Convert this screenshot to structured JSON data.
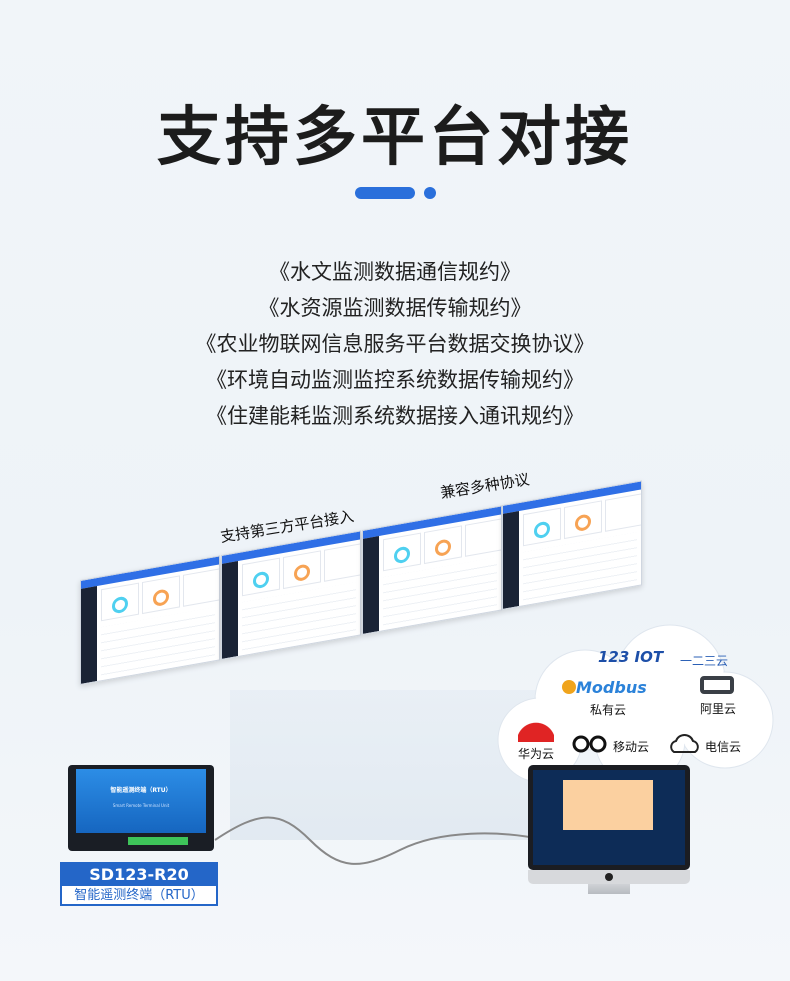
{
  "title": "支持多平台对接",
  "protocols": [
    "《水文监测数据通信规约》",
    "《水资源监测数据传输规约》",
    "《农业物联网信息服务平台数据交换协议》",
    "《环境自动监测监控系统数据传输规约》",
    "《住建能耗监测系统数据接入通讯规约》"
  ],
  "tags": {
    "third_party": "支持第三方平台接入",
    "multi_protocol": "兼容多种协议"
  },
  "clouds": {
    "iot123": "一二三云",
    "iot123_logo": "123 IOT",
    "modbus_logo": "Modbus",
    "modbus": "私有云",
    "aliyun": "阿里云",
    "huawei": "华为云",
    "mobile": "移动云",
    "telecom": "电信云"
  },
  "device": {
    "model": "SD123-R20",
    "type": "智能遥测终端（RTU）",
    "face_title": "智能遥测终端（RTU）",
    "face_subtitle": "Smart Remote Terminal Unit"
  },
  "colors": {
    "accent": "#2466c8",
    "dash_bar": "#2f6fe6"
  }
}
